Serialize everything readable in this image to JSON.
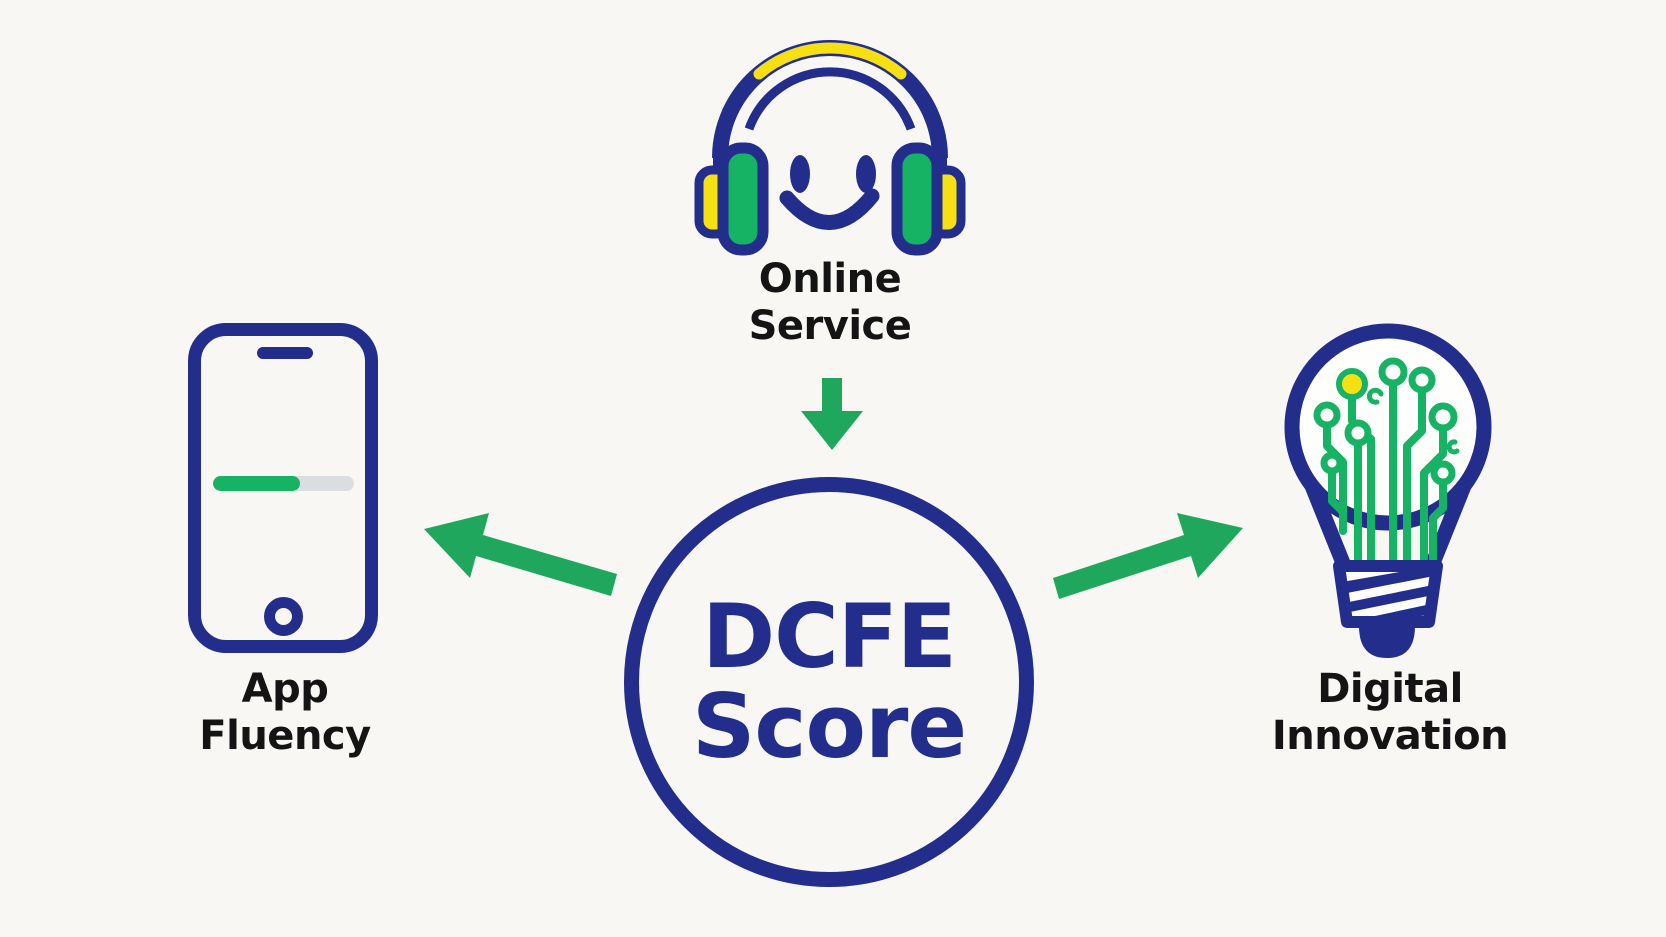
{
  "title": "DCFE Score diagram",
  "colors": {
    "navy": "#232d8c",
    "green": "#1fa85d",
    "green_bright": "#17b364",
    "yellow": "#f6df12",
    "bg": "#f8f7f4",
    "text": "#141414",
    "track_gray": "#dcdde0"
  },
  "center": {
    "line1": "DCFE",
    "line2": "Score"
  },
  "nodes": {
    "top": {
      "label1": "Online",
      "label2": "Service",
      "icon": "headphones-smiley-icon"
    },
    "left": {
      "label1": "App",
      "label2": "Fluency",
      "icon": "smartphone-progress-icon",
      "progress_percent": 62
    },
    "right": {
      "label1": "Digital",
      "label2": "Innovation",
      "icon": "lightbulb-circuit-icon"
    }
  },
  "arrows": [
    {
      "from": "online-service",
      "to": "dcfe-score",
      "direction": "down"
    },
    {
      "from": "dcfe-score",
      "to": "app-fluency",
      "direction": "up-left"
    },
    {
      "from": "dcfe-score",
      "to": "digital-innovation",
      "direction": "up-right"
    }
  ]
}
